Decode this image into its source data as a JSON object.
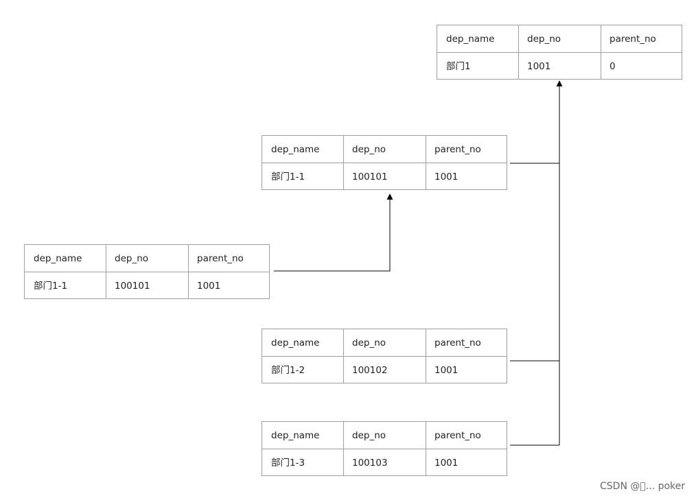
{
  "tables": [
    {
      "name": "root",
      "header": [
        "dep_name",
        "dep_no",
        "parent_no"
      ],
      "row": [
        "部门1",
        "1001",
        "0"
      ]
    },
    {
      "name": "child-a",
      "header": [
        "dep_name",
        "dep_no",
        "parent_no"
      ],
      "row": [
        "部门1-1",
        "100101",
        "1001"
      ]
    },
    {
      "name": "detached",
      "header": [
        "dep_name",
        "dep_no",
        "parent_no"
      ],
      "row": [
        "部门1-1",
        "100101",
        "1001"
      ]
    },
    {
      "name": "child-b",
      "header": [
        "dep_name",
        "dep_no",
        "parent_no"
      ],
      "row": [
        "部门1-2",
        "100102",
        "1001"
      ]
    },
    {
      "name": "child-c",
      "header": [
        "dep_name",
        "dep_no",
        "parent_no"
      ],
      "row": [
        "部门1-3",
        "100103",
        "1001"
      ]
    }
  ],
  "watermark": "CSDN @\u0000... poker",
  "colors": {
    "border": "#9e9e9e",
    "connector": "#000000",
    "text": "#222222"
  }
}
